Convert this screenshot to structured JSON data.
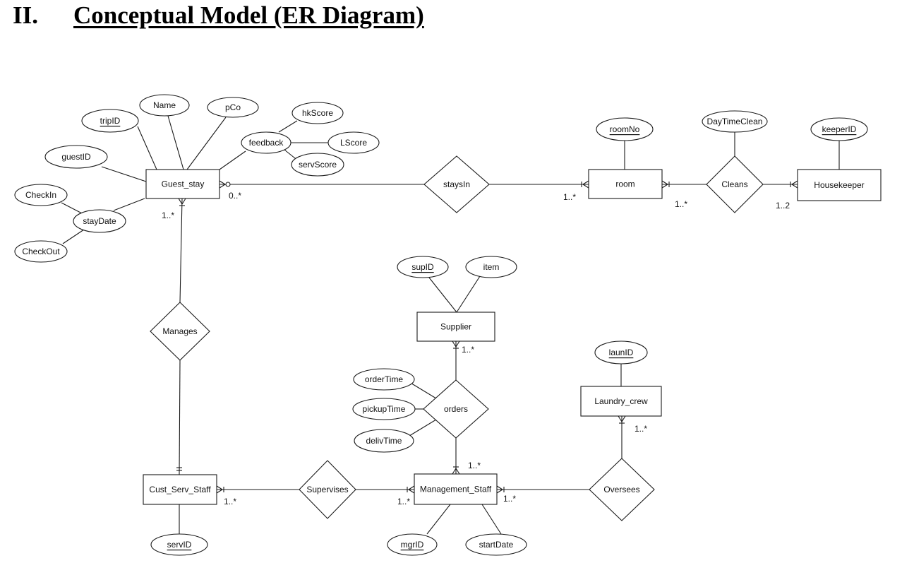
{
  "heading": {
    "number": "II.",
    "title": "Conceptual Model (ER Diagram)"
  },
  "entities": [
    {
      "id": "guest_stay",
      "label": "Guest_stay"
    },
    {
      "id": "room",
      "label": "room"
    },
    {
      "id": "housekeeper",
      "label": "Housekeeper"
    },
    {
      "id": "supplier",
      "label": "Supplier"
    },
    {
      "id": "laundry_crew",
      "label": "Laundry_crew"
    },
    {
      "id": "cust_serv_staff",
      "label": "Cust_Serv_Staff"
    },
    {
      "id": "management_staff",
      "label": "Management_Staff"
    }
  ],
  "relationships": [
    {
      "id": "staysin",
      "label": "staysIn"
    },
    {
      "id": "cleans",
      "label": "Cleans"
    },
    {
      "id": "manages",
      "label": "Manages"
    },
    {
      "id": "orders",
      "label": "orders"
    },
    {
      "id": "supervises",
      "label": "Supervises"
    },
    {
      "id": "oversees",
      "label": "Oversees"
    }
  ],
  "attributes": [
    {
      "id": "tripid",
      "label": "tripID",
      "key": true
    },
    {
      "id": "name",
      "label": "Name",
      "key": false
    },
    {
      "id": "pco",
      "label": "pCo",
      "key": false
    },
    {
      "id": "guestid",
      "label": "guestID",
      "key": false
    },
    {
      "id": "feedback",
      "label": "feedback",
      "key": false
    },
    {
      "id": "hkscore",
      "label": "hkScore",
      "key": false
    },
    {
      "id": "lscore",
      "label": "LScore",
      "key": false
    },
    {
      "id": "servscore",
      "label": "servScore",
      "key": false
    },
    {
      "id": "checkin",
      "label": "CheckIn",
      "key": false
    },
    {
      "id": "staydate",
      "label": "stayDate",
      "key": false
    },
    {
      "id": "checkout",
      "label": "CheckOut",
      "key": false
    },
    {
      "id": "roomno",
      "label": "roomNo",
      "key": true
    },
    {
      "id": "daytimeclean",
      "label": "DayTimeClean",
      "key": false
    },
    {
      "id": "keeperid",
      "label": "keeperID",
      "key": true
    },
    {
      "id": "supid",
      "label": "supID",
      "key": true
    },
    {
      "id": "item",
      "label": "item",
      "key": false
    },
    {
      "id": "launid",
      "label": "launID",
      "key": true
    },
    {
      "id": "ordertime",
      "label": "orderTime",
      "key": false
    },
    {
      "id": "pickuptime",
      "label": "pickupTime",
      "key": false
    },
    {
      "id": "delivtime",
      "label": "delivTime",
      "key": false
    },
    {
      "id": "servid",
      "label": "servID",
      "key": true
    },
    {
      "id": "mgrid",
      "label": "mgrID",
      "key": true
    },
    {
      "id": "startdate",
      "label": "startDate",
      "key": false
    }
  ],
  "cardinalities": [
    {
      "id": "guest_staysin",
      "label": "0..*"
    },
    {
      "id": "room_staysin",
      "label": "1..*"
    },
    {
      "id": "room_cleans",
      "label": "1..*"
    },
    {
      "id": "housekeeper_cleans",
      "label": "1..2"
    },
    {
      "id": "guest_manages",
      "label": "1..*"
    },
    {
      "id": "supplier_orders",
      "label": "1..*"
    },
    {
      "id": "laundry_oversees",
      "label": "1..*"
    },
    {
      "id": "mgmt_orders",
      "label": "1..*"
    },
    {
      "id": "cust_supervises",
      "label": "1..*"
    },
    {
      "id": "mgmt_supervises",
      "label": "1..*"
    },
    {
      "id": "mgmt_oversees",
      "label": "1..*"
    }
  ]
}
